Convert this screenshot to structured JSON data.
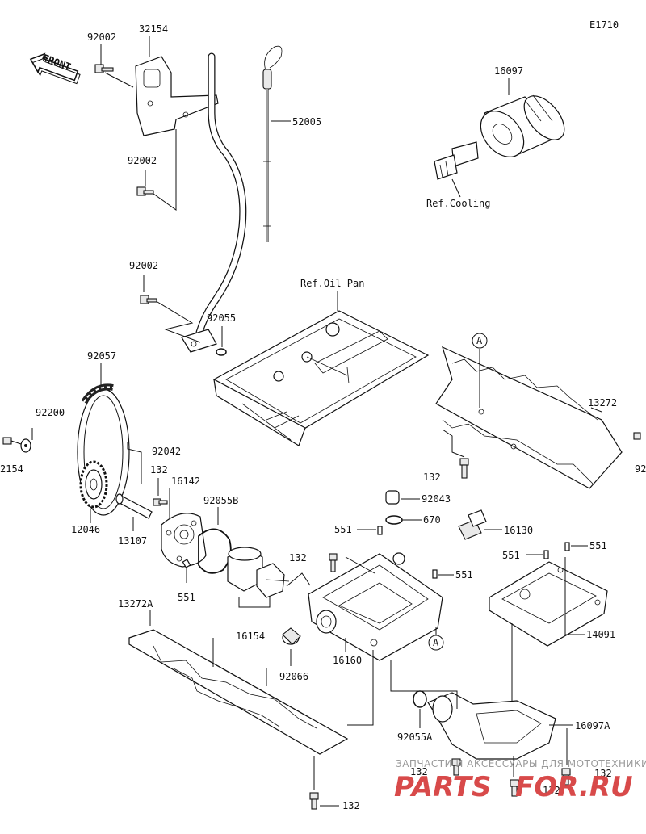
{
  "diagram": {
    "code": "E1710",
    "front_label": "FRONT",
    "parts": {
      "p92002a": "92002",
      "p32154": "32154",
      "p92002b": "92002",
      "p92002c": "92002",
      "p52005": "52005",
      "p16097": "16097",
      "pRefCooling": "Ref.Cooling",
      "pRefOilPan": "Ref.Oil Pan",
      "p92055": "92055",
      "p92057": "92057",
      "p92200": "92200",
      "p2154": "2154",
      "p92042": "92042",
      "p132a": "132",
      "p16142": "16142",
      "p92055B": "92055B",
      "p12046": "12046",
      "p13107": "13107",
      "p551a": "551",
      "pA1": "A",
      "p13272": "13272",
      "p132b": "132",
      "p92edge": "92",
      "p92043": "92043",
      "p670": "670",
      "p551b": "551",
      "p16130": "16130",
      "p132c": "132",
      "p551c": "551",
      "p551d": "551",
      "p551e": "551",
      "p14091": "14091",
      "p16154": "16154",
      "p13272A": "13272A",
      "p92066": "92066",
      "p16160": "16160",
      "pA2": "A",
      "p92055A": "92055A",
      "p16097A": "16097A",
      "p132d": "132",
      "p132e": "132",
      "p132f": "132",
      "p132g": "132"
    }
  },
  "watermark": {
    "tagline": "ЗАПЧАСТИ И АКСЕССУАРЫ ДЛЯ МОТОТЕХНИКИ",
    "brand_left": "PARTS",
    "brand_right": "FOR.RU"
  }
}
